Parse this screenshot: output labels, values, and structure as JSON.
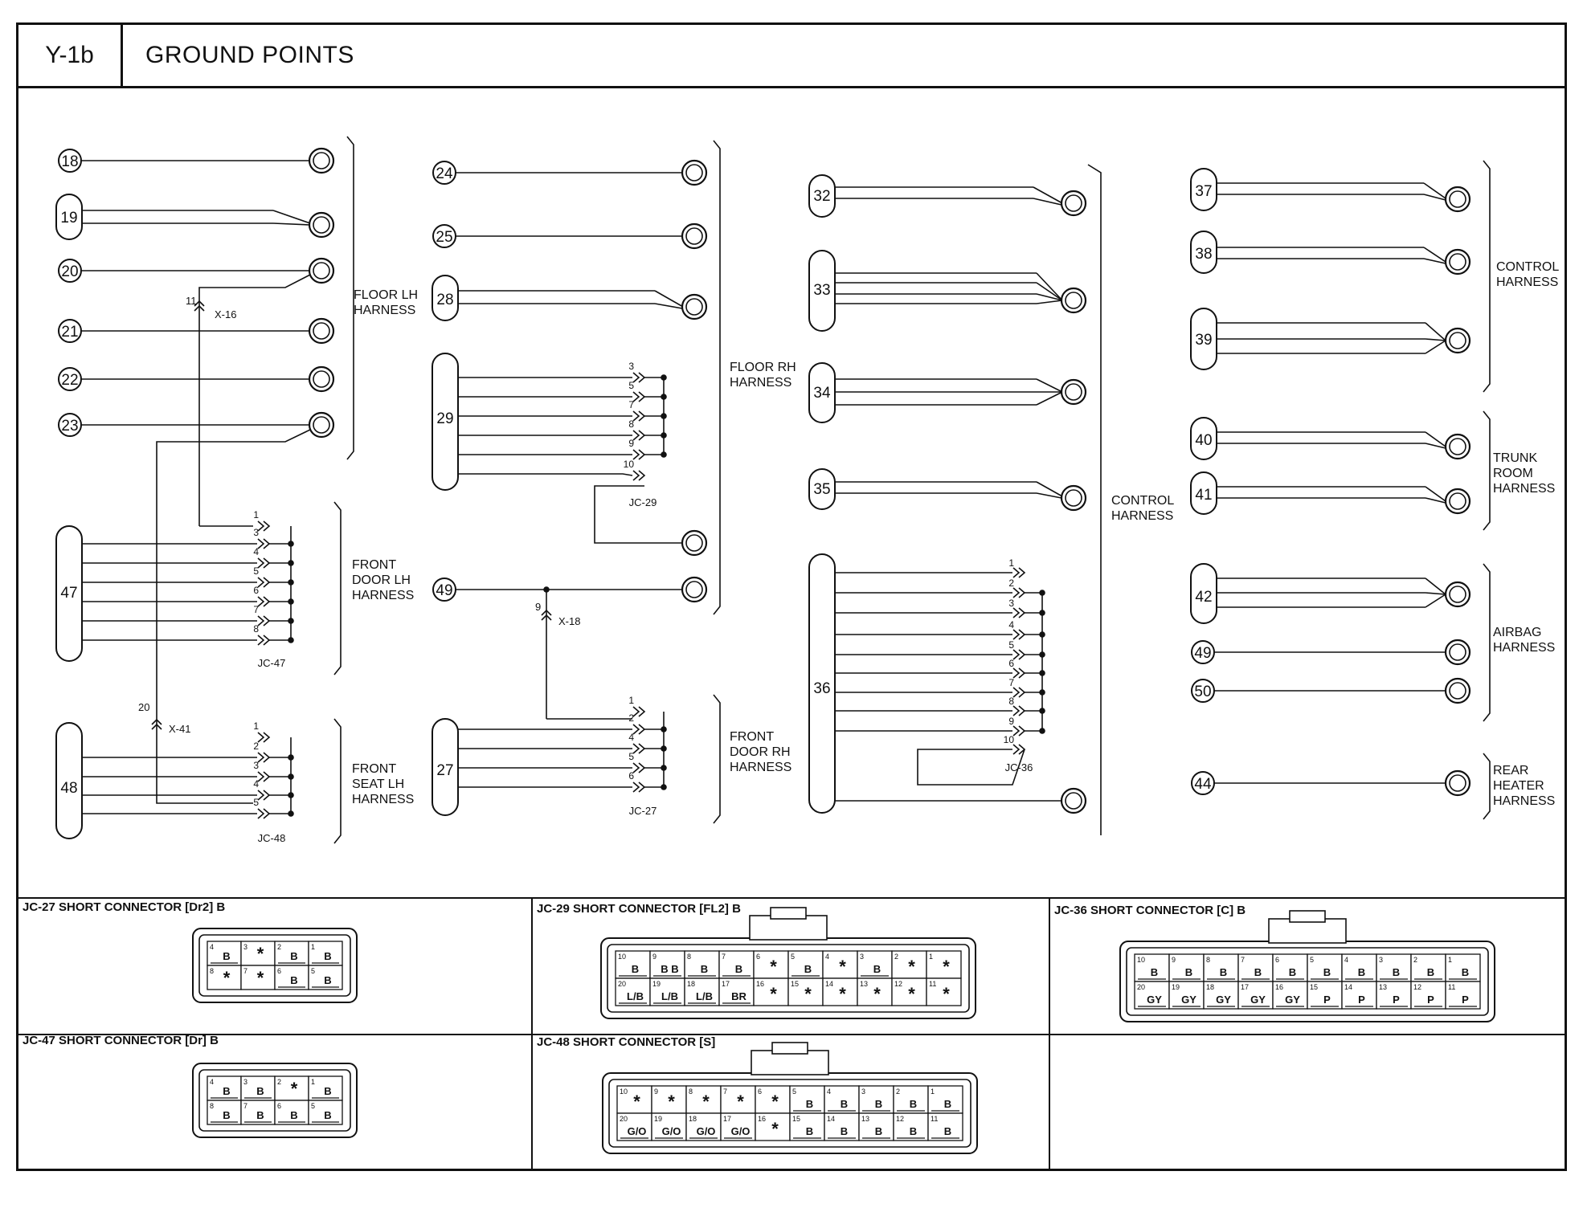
{
  "header": {
    "code": "Y-1b",
    "title": "GROUND POINTS"
  },
  "groups": [
    {
      "id": "floor-lh",
      "lines": [
        "FLOOR LH",
        "HARNESS"
      ],
      "connectors": [
        "18",
        "19",
        "20",
        "21",
        "22",
        "23"
      ]
    },
    {
      "id": "front-door-lh",
      "lines": [
        "FRONT",
        "DOOR LH",
        "HARNESS"
      ],
      "connectors": [
        "47"
      ],
      "junction": "JC-47",
      "pins": [
        "1",
        "3",
        "4",
        "5",
        "6",
        "7",
        "8"
      ]
    },
    {
      "id": "front-seat-lh",
      "lines": [
        "FRONT",
        "SEAT LH",
        "HARNESS"
      ],
      "connectors": [
        "48"
      ],
      "junction": "JC-48",
      "pins": [
        "1",
        "2",
        "3",
        "4",
        "5"
      ]
    },
    {
      "id": "floor-rh",
      "lines": [
        "FLOOR RH",
        "HARNESS"
      ],
      "connectors": [
        "24",
        "25",
        "28",
        "29",
        "49"
      ],
      "junction": "JC-29",
      "pins": [
        "3",
        "5",
        "7",
        "8",
        "9",
        "10"
      ]
    },
    {
      "id": "front-door-rh",
      "lines": [
        "FRONT",
        "DOOR RH",
        "HARNESS"
      ],
      "connectors": [
        "27"
      ],
      "junction": "JC-27",
      "pins": [
        "1",
        "2",
        "4",
        "5",
        "6"
      ]
    },
    {
      "id": "control-c",
      "lines": [
        "CONTROL",
        "HARNESS"
      ],
      "connectors": [
        "32",
        "33",
        "34",
        "35",
        "36"
      ],
      "junction": "JC-36",
      "pins": [
        "1",
        "2",
        "3",
        "4",
        "5",
        "6",
        "7",
        "8",
        "9",
        "10"
      ]
    },
    {
      "id": "control-r",
      "lines": [
        "CONTROL",
        "HARNESS"
      ],
      "connectors": [
        "37",
        "38",
        "39"
      ]
    },
    {
      "id": "trunk-room",
      "lines": [
        "TRUNK",
        "ROOM",
        "HARNESS"
      ],
      "connectors": [
        "40",
        "41"
      ]
    },
    {
      "id": "airbag",
      "lines": [
        "AIRBAG",
        "HARNESS"
      ],
      "connectors": [
        "42",
        "49",
        "50"
      ]
    },
    {
      "id": "rear-heater",
      "lines": [
        "REAR",
        "HEATER",
        "HARNESS"
      ],
      "connectors": [
        "44"
      ]
    }
  ],
  "splices": [
    {
      "id": "x-16",
      "label": "X-16",
      "pin": "11"
    },
    {
      "id": "x-41",
      "label": "X-41",
      "pin": "20"
    },
    {
      "id": "x-18",
      "label": "X-18",
      "pin": "9"
    }
  ],
  "connector_views": [
    {
      "id": "jc27",
      "title": "JC-27 SHORT CONNECTOR [Dr2] B",
      "rows": [
        [
          [
            "4",
            "B"
          ],
          [
            "3",
            "*"
          ],
          [
            "2",
            "B"
          ],
          [
            "1",
            "B"
          ]
        ],
        [
          [
            "8",
            "*"
          ],
          [
            "7",
            "*"
          ],
          [
            "6",
            "B"
          ],
          [
            "5",
            "B"
          ]
        ]
      ]
    },
    {
      "id": "jc29",
      "title": "JC-29 SHORT CONNECTOR [FL2] B",
      "rows": [
        [
          [
            "10",
            "B"
          ],
          [
            "9",
            "B B"
          ],
          [
            "8",
            "B"
          ],
          [
            "7",
            "B"
          ],
          [
            "6",
            "*"
          ],
          [
            "5",
            "B"
          ],
          [
            "4",
            "*"
          ],
          [
            "3",
            "B"
          ],
          [
            "2",
            "*"
          ],
          [
            "1",
            "*"
          ]
        ],
        [
          [
            "20",
            "L/B"
          ],
          [
            "19",
            "L/B"
          ],
          [
            "18",
            "L/B"
          ],
          [
            "17",
            "BR"
          ],
          [
            "16",
            "*"
          ],
          [
            "15",
            "*"
          ],
          [
            "14",
            "*"
          ],
          [
            "13",
            "*"
          ],
          [
            "12",
            "*"
          ],
          [
            "11",
            "*"
          ]
        ]
      ]
    },
    {
      "id": "jc36",
      "title": "JC-36 SHORT CONNECTOR [C] B",
      "rows": [
        [
          [
            "10",
            "B"
          ],
          [
            "9",
            "B"
          ],
          [
            "8",
            "B"
          ],
          [
            "7",
            "B"
          ],
          [
            "6",
            "B"
          ],
          [
            "5",
            "B"
          ],
          [
            "4",
            "B"
          ],
          [
            "3",
            "B"
          ],
          [
            "2",
            "B"
          ],
          [
            "1",
            "B"
          ]
        ],
        [
          [
            "20",
            "GY"
          ],
          [
            "19",
            "GY"
          ],
          [
            "18",
            "GY"
          ],
          [
            "17",
            "GY"
          ],
          [
            "16",
            "GY"
          ],
          [
            "15",
            "P"
          ],
          [
            "14",
            "P"
          ],
          [
            "13",
            "P"
          ],
          [
            "12",
            "P"
          ],
          [
            "11",
            "P"
          ]
        ]
      ]
    },
    {
      "id": "jc47",
      "title": "JC-47 SHORT CONNECTOR [Dr] B",
      "rows": [
        [
          [
            "4",
            "B"
          ],
          [
            "3",
            "B"
          ],
          [
            "2",
            "*"
          ],
          [
            "1",
            "B"
          ]
        ],
        [
          [
            "8",
            "B"
          ],
          [
            "7",
            "B"
          ],
          [
            "6",
            "B"
          ],
          [
            "5",
            "B"
          ]
        ]
      ]
    },
    {
      "id": "jc48",
      "title": "JC-48 SHORT CONNECTOR [S]",
      "rows": [
        [
          [
            "10",
            "*"
          ],
          [
            "9",
            "*"
          ],
          [
            "8",
            "*"
          ],
          [
            "7",
            "*"
          ],
          [
            "6",
            "*"
          ],
          [
            "5",
            "B"
          ],
          [
            "4",
            "B"
          ],
          [
            "3",
            "B"
          ],
          [
            "2",
            "B"
          ],
          [
            "1",
            "B"
          ]
        ],
        [
          [
            "20",
            "G/O"
          ],
          [
            "19",
            "G/O"
          ],
          [
            "18",
            "G/O"
          ],
          [
            "17",
            "G/O"
          ],
          [
            "16",
            "*"
          ],
          [
            "15",
            "B"
          ],
          [
            "14",
            "B"
          ],
          [
            "13",
            "B"
          ],
          [
            "12",
            "B"
          ],
          [
            "11",
            "B"
          ]
        ]
      ]
    }
  ]
}
